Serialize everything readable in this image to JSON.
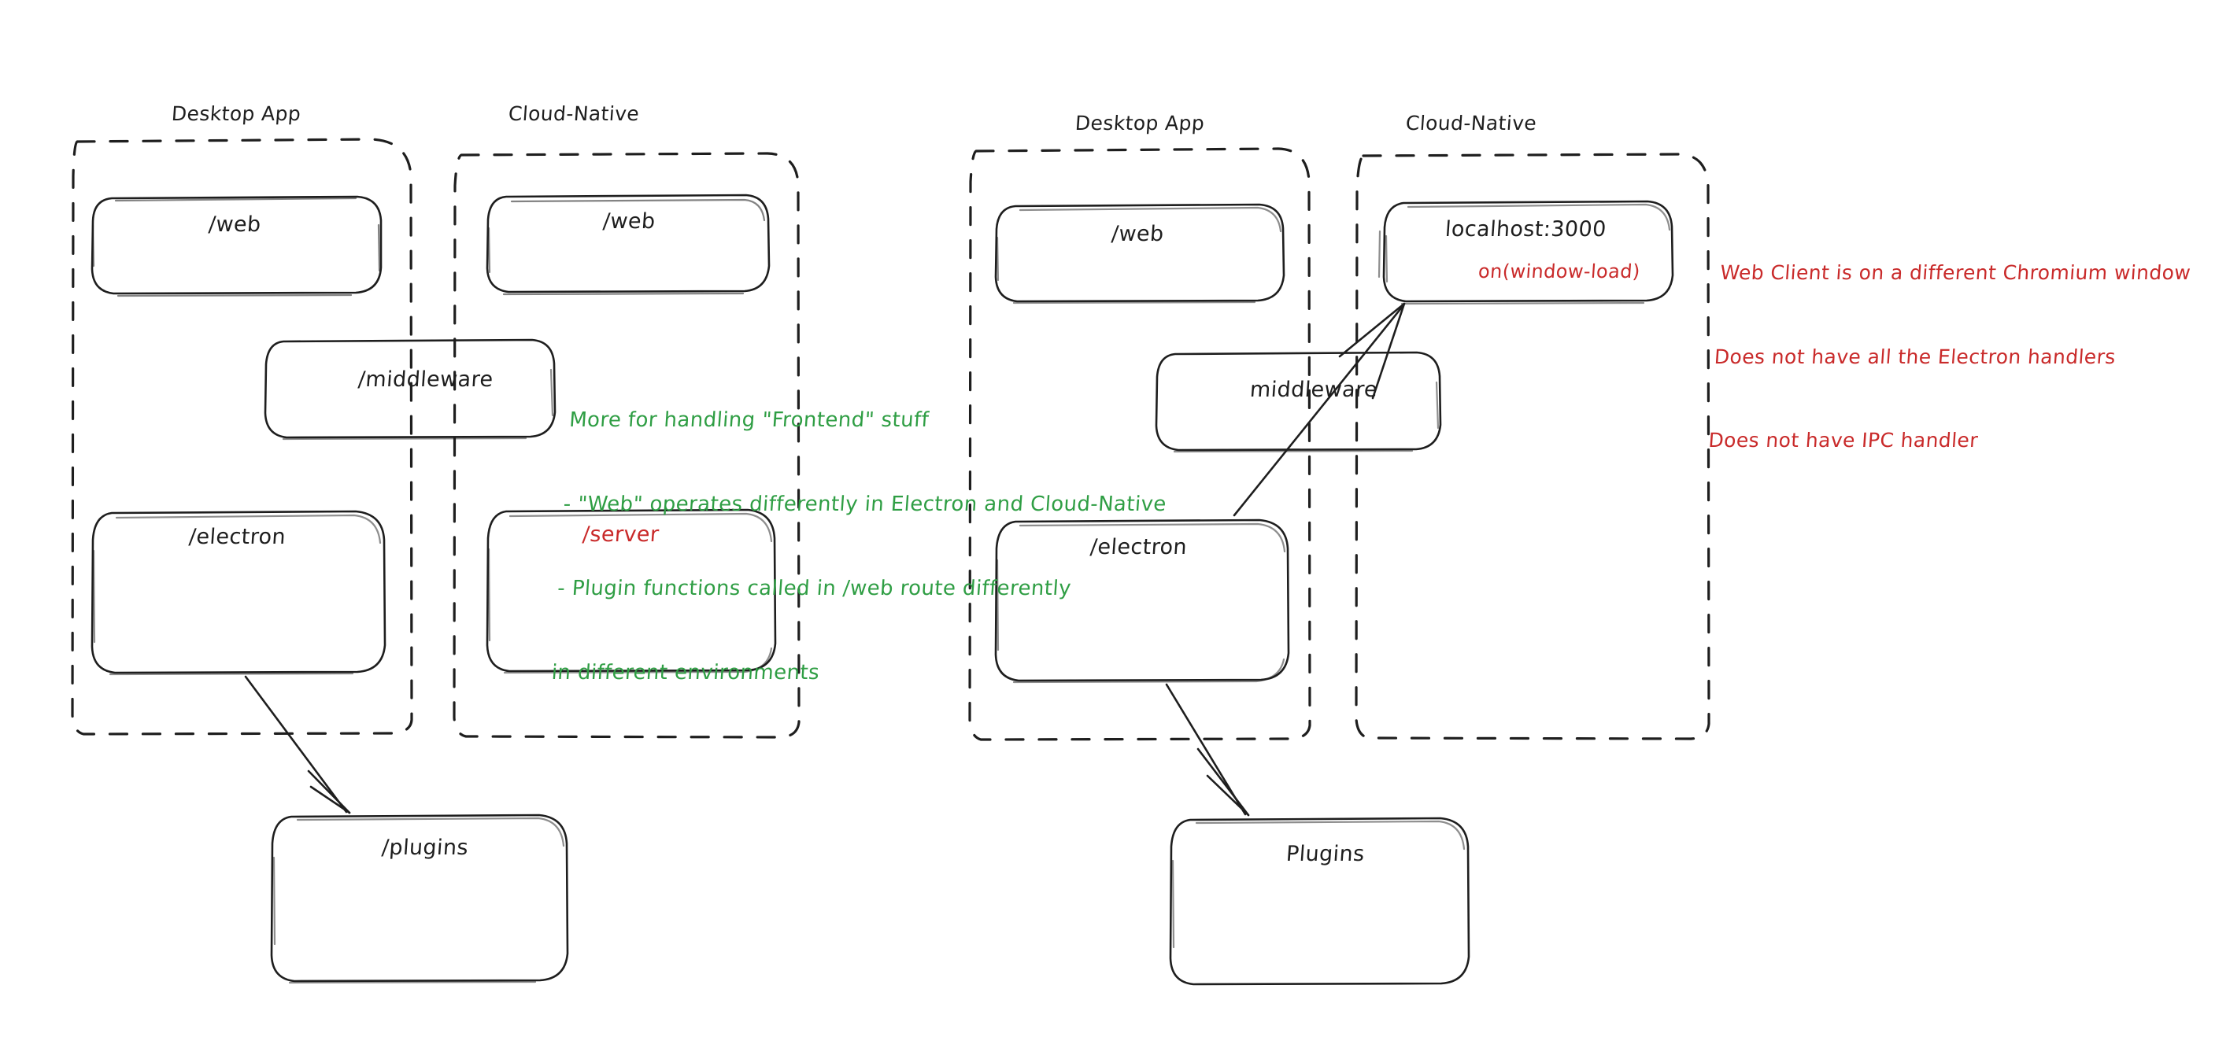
{
  "canvas": {
    "background": "#ffffff",
    "ink": "#1e1e1e",
    "accent_green": "#2f9e44",
    "accent_red": "#c92a2a"
  },
  "groups": [
    {
      "id": "left-desktop-app",
      "label": "Desktop App"
    },
    {
      "id": "left-cloud-native",
      "label": "Cloud-Native"
    },
    {
      "id": "right-desktop-app",
      "label": "Desktop App"
    },
    {
      "id": "right-cloud-native",
      "label": "Cloud-Native"
    }
  ],
  "nodes": [
    {
      "id": "l-web",
      "label": "/web"
    },
    {
      "id": "l-cn-web",
      "label": "/web"
    },
    {
      "id": "l-middleware",
      "label": "/middleware"
    },
    {
      "id": "l-electron",
      "label": "/electron"
    },
    {
      "id": "l-server",
      "label": "/server"
    },
    {
      "id": "l-plugins",
      "label": "/plugins"
    },
    {
      "id": "r-web",
      "label": "/web"
    },
    {
      "id": "r-localhost",
      "label": "localhost:3000",
      "sublabel": "on(window-load)"
    },
    {
      "id": "r-middleware",
      "label": "middleware"
    },
    {
      "id": "r-electron",
      "label": "/electron"
    },
    {
      "id": "r-plugins",
      "label": "Plugins"
    }
  ],
  "notes": {
    "green": {
      "lines": [
        "More for handling \"Frontend\" stuff",
        "- \"Web\" operates differently in Electron and Cloud-Native",
        "- Plugin functions called in /web route differently",
        "in different environments"
      ]
    },
    "red": {
      "lines": [
        "Web Client is on a different Chromium window",
        "Does not have all the Electron handlers",
        "Does not have IPC handler"
      ]
    }
  },
  "arrows": [
    {
      "id": "arrow-left-electron-to-plugins",
      "from": "l-electron",
      "to": "l-plugins"
    },
    {
      "id": "arrow-right-electron-to-plugins",
      "from": "r-electron",
      "to": "r-plugins"
    },
    {
      "id": "arrow-right-electron-to-localhost",
      "from": "r-electron",
      "to": "r-localhost"
    }
  ]
}
